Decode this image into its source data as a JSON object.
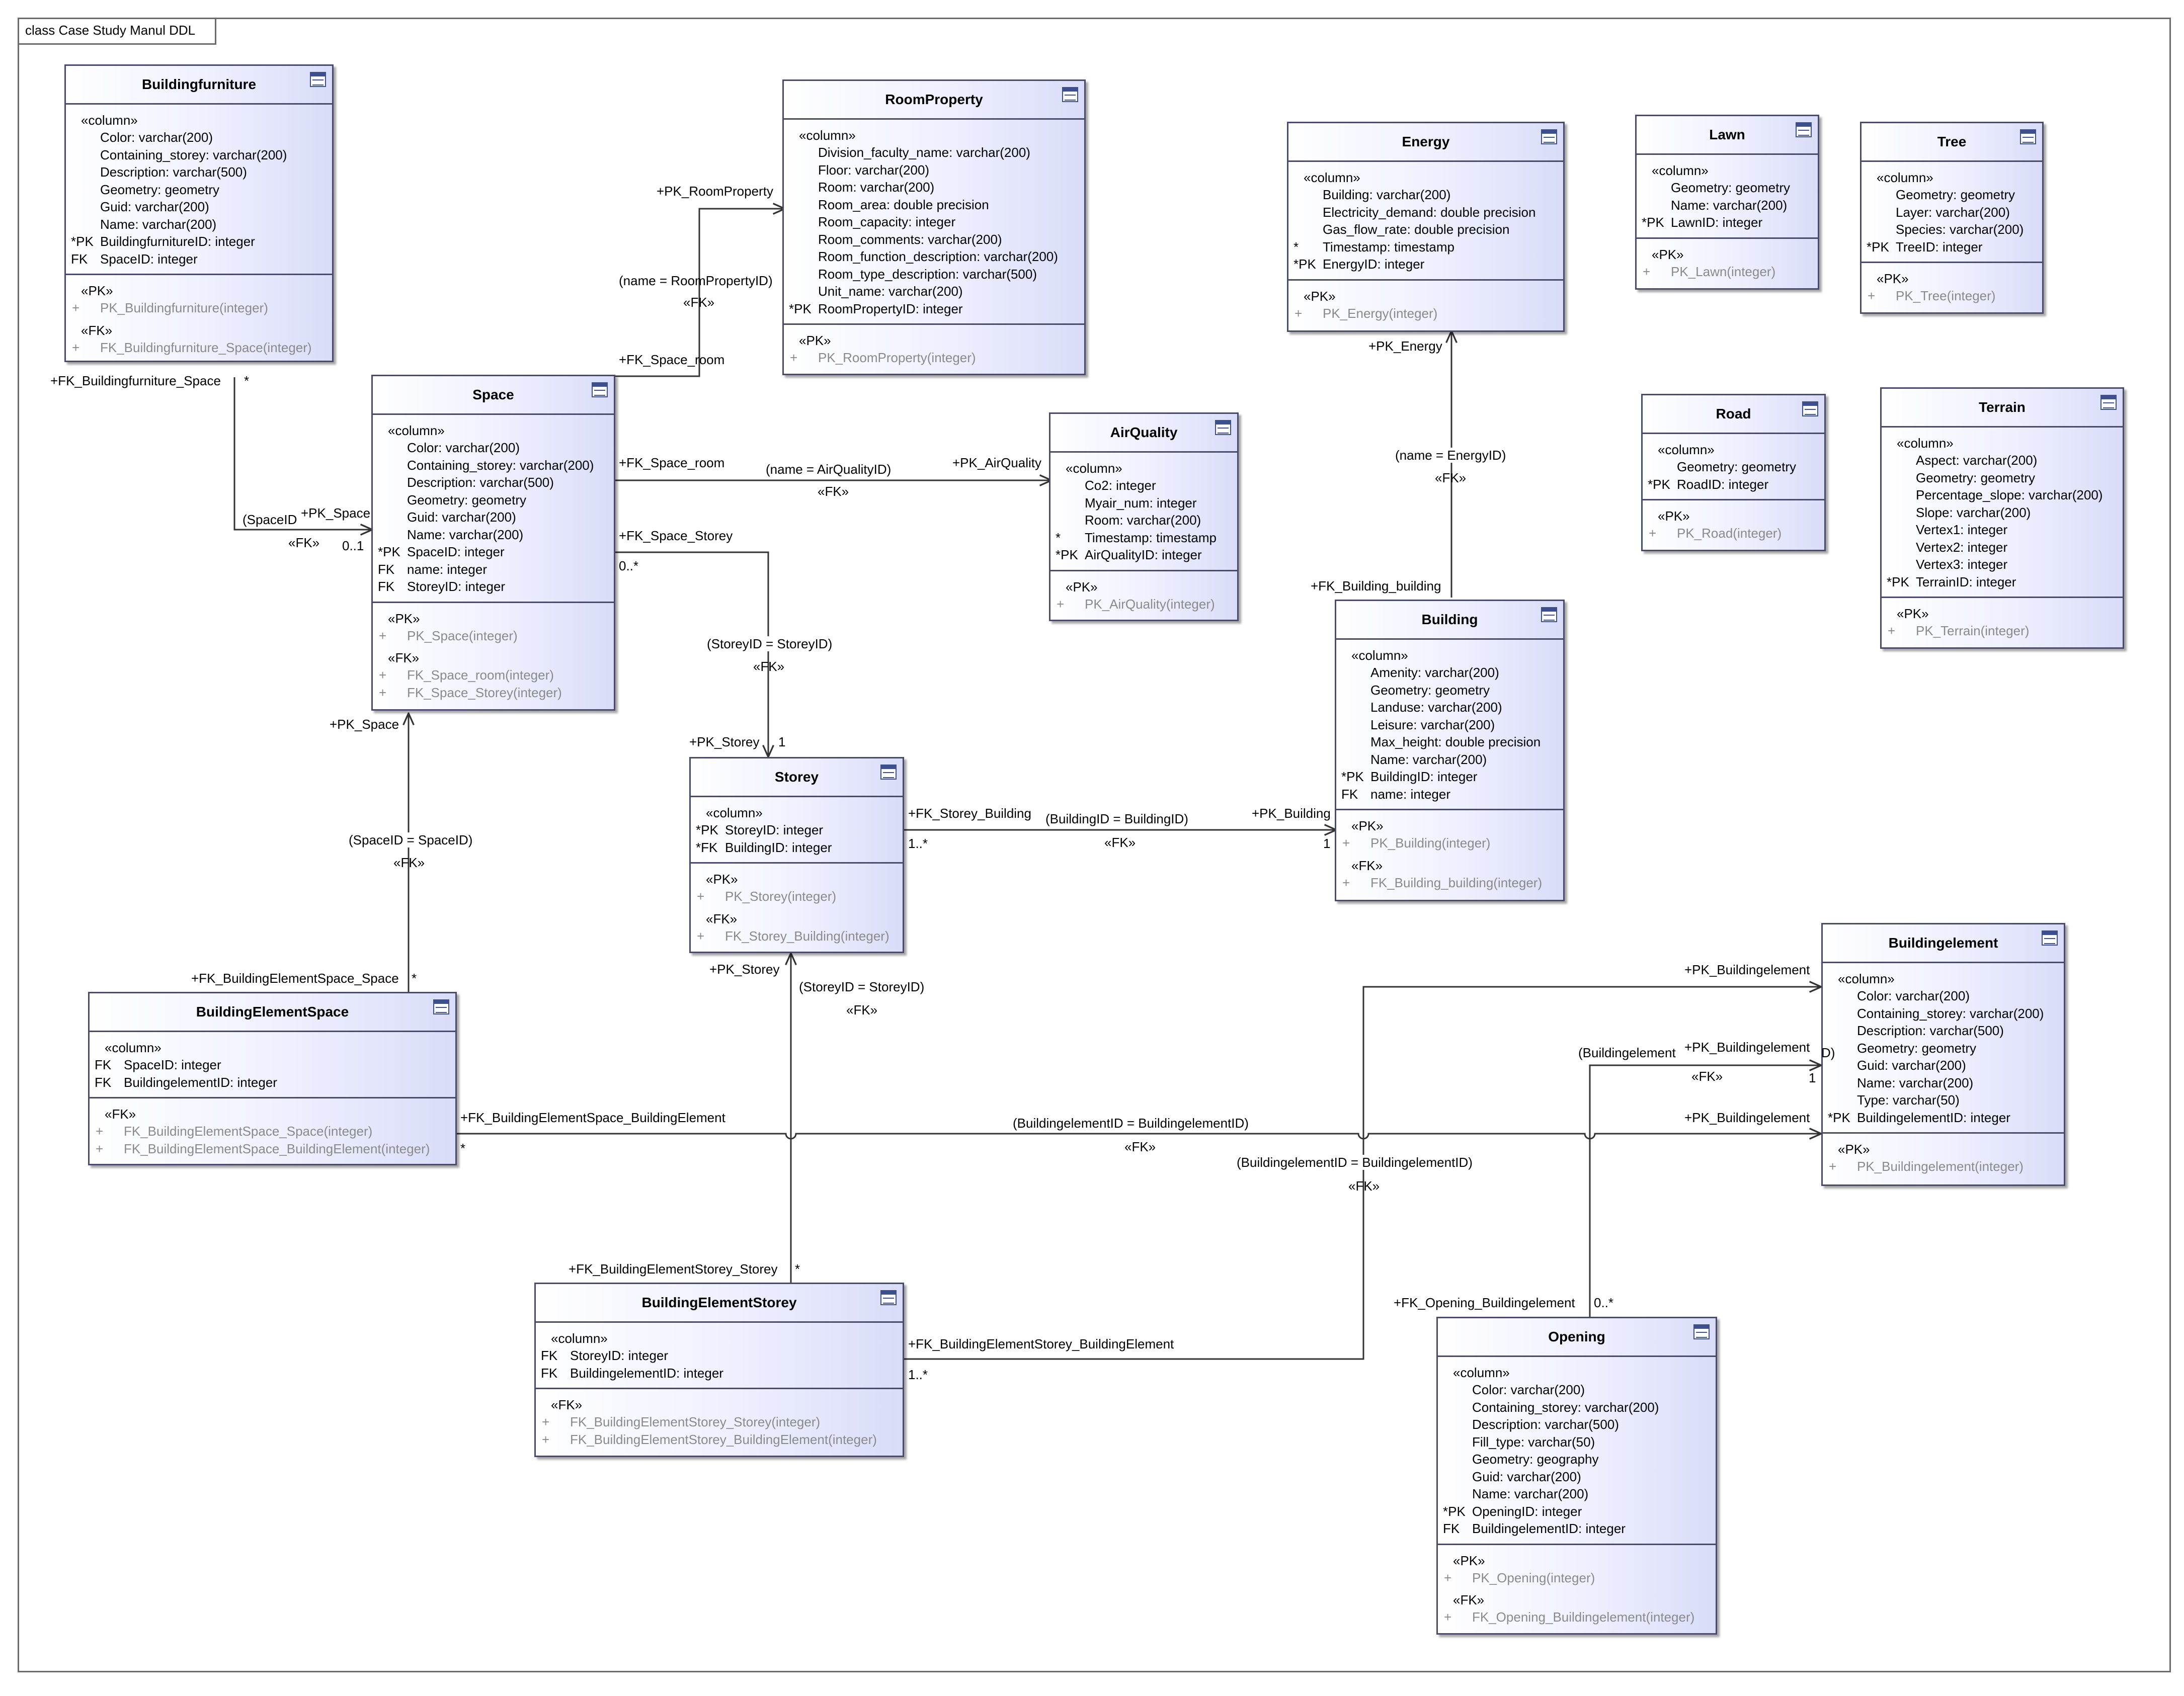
{
  "diagram": {
    "title": "class Case Study Manul DDL"
  },
  "tables": {
    "buildingfurniture": {
      "name": "Buildingfurniture",
      "column_stereotype": "«column»",
      "columns": [
        {
          "prefix": "",
          "text": "Color: varchar(200)"
        },
        {
          "prefix": "",
          "text": "Containing_storey: varchar(200)"
        },
        {
          "prefix": "",
          "text": "Description: varchar(500)"
        },
        {
          "prefix": "",
          "text": "Geometry: geometry"
        },
        {
          "prefix": "",
          "text": "Guid: varchar(200)"
        },
        {
          "prefix": "",
          "text": "Name: varchar(200)"
        },
        {
          "prefix": "*PK",
          "text": "BuildingfurnitureID: integer"
        },
        {
          "prefix": "FK",
          "text": "SpaceID: integer"
        }
      ],
      "op_groups": [
        {
          "stereotype": "«PK»",
          "ops": [
            "PK_Buildingfurniture(integer)"
          ]
        },
        {
          "stereotype": "«FK»",
          "ops": [
            "FK_Buildingfurniture_Space(integer)"
          ]
        }
      ]
    },
    "roomproperty": {
      "name": "RoomProperty",
      "column_stereotype": "«column»",
      "columns": [
        {
          "prefix": "",
          "text": "Division_faculty_name: varchar(200)"
        },
        {
          "prefix": "",
          "text": "Floor: varchar(200)"
        },
        {
          "prefix": "",
          "text": "Room: varchar(200)"
        },
        {
          "prefix": "",
          "text": "Room_area: double precision"
        },
        {
          "prefix": "",
          "text": "Room_capacity: integer"
        },
        {
          "prefix": "",
          "text": "Room_comments: varchar(200)"
        },
        {
          "prefix": "",
          "text": "Room_function_description: varchar(200)"
        },
        {
          "prefix": "",
          "text": "Room_type_description: varchar(500)"
        },
        {
          "prefix": "",
          "text": "Unit_name: varchar(200)"
        },
        {
          "prefix": "*PK",
          "text": "RoomPropertyID: integer"
        }
      ],
      "op_groups": [
        {
          "stereotype": "«PK»",
          "ops": [
            "PK_RoomProperty(integer)"
          ]
        }
      ]
    },
    "energy": {
      "name": "Energy",
      "column_stereotype": "«column»",
      "columns": [
        {
          "prefix": "",
          "text": "Building: varchar(200)"
        },
        {
          "prefix": "",
          "text": "Electricity_demand: double precision"
        },
        {
          "prefix": "",
          "text": "Gas_flow_rate: double precision"
        },
        {
          "prefix": "*",
          "text": "Timestamp: timestamp"
        },
        {
          "prefix": "*PK",
          "text": "EnergyID: integer"
        }
      ],
      "op_groups": [
        {
          "stereotype": "«PK»",
          "ops": [
            "PK_Energy(integer)"
          ]
        }
      ]
    },
    "lawn": {
      "name": "Lawn",
      "column_stereotype": "«column»",
      "columns": [
        {
          "prefix": "",
          "text": "Geometry: geometry"
        },
        {
          "prefix": "",
          "text": "Name: varchar(200)"
        },
        {
          "prefix": "*PK",
          "text": "LawnID: integer"
        }
      ],
      "op_groups": [
        {
          "stereotype": "«PK»",
          "ops": [
            "PK_Lawn(integer)"
          ]
        }
      ]
    },
    "tree": {
      "name": "Tree",
      "column_stereotype": "«column»",
      "columns": [
        {
          "prefix": "",
          "text": "Geometry: geometry"
        },
        {
          "prefix": "",
          "text": "Layer: varchar(200)"
        },
        {
          "prefix": "",
          "text": "Species: varchar(200)"
        },
        {
          "prefix": "*PK",
          "text": "TreeID: integer"
        }
      ],
      "op_groups": [
        {
          "stereotype": "«PK»",
          "ops": [
            "PK_Tree(integer)"
          ]
        }
      ]
    },
    "space": {
      "name": "Space",
      "column_stereotype": "«column»",
      "columns": [
        {
          "prefix": "",
          "text": "Color: varchar(200)"
        },
        {
          "prefix": "",
          "text": "Containing_storey: varchar(200)"
        },
        {
          "prefix": "",
          "text": "Description: varchar(500)"
        },
        {
          "prefix": "",
          "text": "Geometry: geometry"
        },
        {
          "prefix": "",
          "text": "Guid: varchar(200)"
        },
        {
          "prefix": "",
          "text": "Name: varchar(200)"
        },
        {
          "prefix": "*PK",
          "text": "SpaceID: integer"
        },
        {
          "prefix": "FK",
          "text": "name: integer"
        },
        {
          "prefix": "FK",
          "text": "StoreyID: integer"
        }
      ],
      "op_groups": [
        {
          "stereotype": "«PK»",
          "ops": [
            "PK_Space(integer)"
          ]
        },
        {
          "stereotype": "«FK»",
          "ops": [
            "FK_Space_room(integer)",
            "FK_Space_Storey(integer)"
          ]
        }
      ]
    },
    "airquality": {
      "name": "AirQuality",
      "column_stereotype": "«column»",
      "columns": [
        {
          "prefix": "",
          "text": "Co2: integer"
        },
        {
          "prefix": "",
          "text": "Myair_num: integer"
        },
        {
          "prefix": "",
          "text": "Room: varchar(200)"
        },
        {
          "prefix": "*",
          "text": "Timestamp: timestamp"
        },
        {
          "prefix": "*PK",
          "text": "AirQualityID: integer"
        }
      ],
      "op_groups": [
        {
          "stereotype": "«PK»",
          "ops": [
            "PK_AirQuality(integer)"
          ]
        }
      ]
    },
    "road": {
      "name": "Road",
      "column_stereotype": "«column»",
      "columns": [
        {
          "prefix": "",
          "text": "Geometry: geometry"
        },
        {
          "prefix": "*PK",
          "text": "RoadID: integer"
        }
      ],
      "op_groups": [
        {
          "stereotype": "«PK»",
          "ops": [
            "PK_Road(integer)"
          ]
        }
      ]
    },
    "terrain": {
      "name": "Terrain",
      "column_stereotype": "«column»",
      "columns": [
        {
          "prefix": "",
          "text": "Aspect: varchar(200)"
        },
        {
          "prefix": "",
          "text": "Geometry: geometry"
        },
        {
          "prefix": "",
          "text": "Percentage_slope: varchar(200)"
        },
        {
          "prefix": "",
          "text": "Slope: varchar(200)"
        },
        {
          "prefix": "",
          "text": "Vertex1: integer"
        },
        {
          "prefix": "",
          "text": "Vertex2: integer"
        },
        {
          "prefix": "",
          "text": "Vertex3: integer"
        },
        {
          "prefix": "*PK",
          "text": "TerrainID: integer"
        }
      ],
      "op_groups": [
        {
          "stereotype": "«PK»",
          "ops": [
            "PK_Terrain(integer)"
          ]
        }
      ]
    },
    "building": {
      "name": "Building",
      "column_stereotype": "«column»",
      "columns": [
        {
          "prefix": "",
          "text": "Amenity: varchar(200)"
        },
        {
          "prefix": "",
          "text": "Geometry: geometry"
        },
        {
          "prefix": "",
          "text": "Landuse: varchar(200)"
        },
        {
          "prefix": "",
          "text": "Leisure: varchar(200)"
        },
        {
          "prefix": "",
          "text": "Max_height: double precision"
        },
        {
          "prefix": "",
          "text": "Name: varchar(200)"
        },
        {
          "prefix": "*PK",
          "text": "BuildingID: integer"
        },
        {
          "prefix": "FK",
          "text": "name: integer"
        }
      ],
      "op_groups": [
        {
          "stereotype": "«PK»",
          "ops": [
            "PK_Building(integer)"
          ]
        },
        {
          "stereotype": "«FK»",
          "ops": [
            "FK_Building_building(integer)"
          ]
        }
      ]
    },
    "storey": {
      "name": "Storey",
      "column_stereotype": "«column»",
      "columns": [
        {
          "prefix": "*PK",
          "text": "StoreyID: integer"
        },
        {
          "prefix": "*FK",
          "text": "BuildingID: integer"
        }
      ],
      "op_groups": [
        {
          "stereotype": "«PK»",
          "ops": [
            "PK_Storey(integer)"
          ]
        },
        {
          "stereotype": "«FK»",
          "ops": [
            "FK_Storey_Building(integer)"
          ]
        }
      ]
    },
    "buildingelementspace": {
      "name": "BuildingElementSpace",
      "column_stereotype": "«column»",
      "columns": [
        {
          "prefix": "FK",
          "text": "SpaceID: integer"
        },
        {
          "prefix": "FK",
          "text": "BuildingelementID: integer"
        }
      ],
      "op_groups": [
        {
          "stereotype": "«FK»",
          "ops": [
            "FK_BuildingElementSpace_Space(integer)",
            "FK_BuildingElementSpace_BuildingElement(integer)"
          ]
        }
      ]
    },
    "buildingelement": {
      "name": "Buildingelement",
      "column_stereotype": "«column»",
      "columns": [
        {
          "prefix": "",
          "text": "Color: varchar(200)"
        },
        {
          "prefix": "",
          "text": "Containing_storey: varchar(200)"
        },
        {
          "prefix": "",
          "text": "Description: varchar(500)"
        },
        {
          "prefix": "",
          "text": "Geometry: geometry"
        },
        {
          "prefix": "",
          "text": "Guid: varchar(200)"
        },
        {
          "prefix": "",
          "text": "Name: varchar(200)"
        },
        {
          "prefix": "",
          "text": "Type: varchar(50)"
        },
        {
          "prefix": "*PK",
          "text": "BuildingelementID: integer"
        }
      ],
      "op_groups": [
        {
          "stereotype": "«PK»",
          "ops": [
            "PK_Buildingelement(integer)"
          ]
        }
      ]
    },
    "buildingelementstorey": {
      "name": "BuildingElementStorey",
      "column_stereotype": "«column»",
      "columns": [
        {
          "prefix": "FK",
          "text": "StoreyID: integer"
        },
        {
          "prefix": "FK",
          "text": "BuildingelementID: integer"
        }
      ],
      "op_groups": [
        {
          "stereotype": "«FK»",
          "ops": [
            "FK_BuildingElementStorey_Storey(integer)",
            "FK_BuildingElementStorey_BuildingElement(integer)"
          ]
        }
      ]
    },
    "opening": {
      "name": "Opening",
      "column_stereotype": "«column»",
      "columns": [
        {
          "prefix": "",
          "text": "Color: varchar(200)"
        },
        {
          "prefix": "",
          "text": "Containing_storey: varchar(200)"
        },
        {
          "prefix": "",
          "text": "Description: varchar(500)"
        },
        {
          "prefix": "",
          "text": "Fill_type: varchar(50)"
        },
        {
          "prefix": "",
          "text": "Geometry: geography"
        },
        {
          "prefix": "",
          "text": "Guid: varchar(200)"
        },
        {
          "prefix": "",
          "text": "Name: varchar(200)"
        },
        {
          "prefix": "*PK",
          "text": "OpeningID: integer"
        },
        {
          "prefix": "FK",
          "text": "BuildingelementID: integer"
        }
      ],
      "op_groups": [
        {
          "stereotype": "«PK»",
          "ops": [
            "PK_Opening(integer)"
          ]
        },
        {
          "stereotype": "«FK»",
          "ops": [
            "FK_Opening_Buildingelement(integer)"
          ]
        }
      ]
    }
  },
  "link_labels": {
    "pk_roomproperty": "+PK_RoomProperty",
    "name_roompropertyid": "(name = RoomPropertyID)",
    "fk_a": "«FK»",
    "fk_space_room_1": "+FK_Space_room",
    "fk_space_room_2": "+FK_Space_room",
    "name_airqualityid": "(name = AirQualityID)",
    "pk_airquality": "+PK_AirQuality",
    "fk_b": "«FK»",
    "fk_buildingfurniture_space": "+FK_Buildingfurniture_Space",
    "star_a": "*",
    "spaceid_a": "(SpaceID",
    "pk_space_a": "+PK_Space",
    "fk_c": "«FK»",
    "mult_01": "0..1",
    "fk_space_storey": "+FK_Space_Storey",
    "mult_0star": "0..*",
    "storeyid_a": "(StoreyID = StoreyID)",
    "fk_d": "«FK»",
    "pk_storey_a": "+PK_Storey",
    "one_a": "1",
    "pk_energy": "+PK_Energy",
    "name_energyid": "(name = EnergyID)",
    "fk_e": "«FK»",
    "fk_building_building": "+FK_Building_building",
    "pk_space_b": "+PK_Space",
    "spaceid_b": "(SpaceID = SpaceID)",
    "fk_f": "«FK»",
    "fk_bes_space": "+FK_BuildingElementSpace_Space",
    "star_b": "*",
    "fk_storey_building": "+FK_Storey_Building",
    "buildingid": "(BuildingID = BuildingID)",
    "pk_building": "+PK_Building",
    "mult_1star_a": "1..*",
    "fk_g": "«FK»",
    "one_b": "1",
    "pk_storey_b": "+PK_Storey",
    "storeyid_b": "(StoreyID = StoreyID)",
    "fk_h": "«FK»",
    "pk_buildingelement_1": "+PK_Buildingelement",
    "beid_a": "(Buildingelement",
    "pk_buildingelement_2": "+PK_Buildingelement",
    "beid_a_tail": "D)",
    "fk_i": "«FK»",
    "one_c": "1",
    "fk_bes_buildingelement": "+FK_BuildingElementSpace_BuildingElement",
    "beid_b": "(BuildingelementID = BuildingelementID)",
    "pk_buildingelement_3": "+PK_Buildingelement",
    "star_c": "*",
    "fk_j": "«FK»",
    "beid_c": "(BuildingelementID = BuildingelementID)",
    "fk_k": "«FK»",
    "fk_bestorey_storey": "+FK_BuildingElementStorey_Storey",
    "star_d": "*",
    "fk_opening_buildingelement": "+FK_Opening_Buildingelement",
    "mult_0star_b": "0..*",
    "fk_bestorey_buildingelement": "+FK_BuildingElementStorey_BuildingElement",
    "mult_1star_b": "1..*"
  }
}
